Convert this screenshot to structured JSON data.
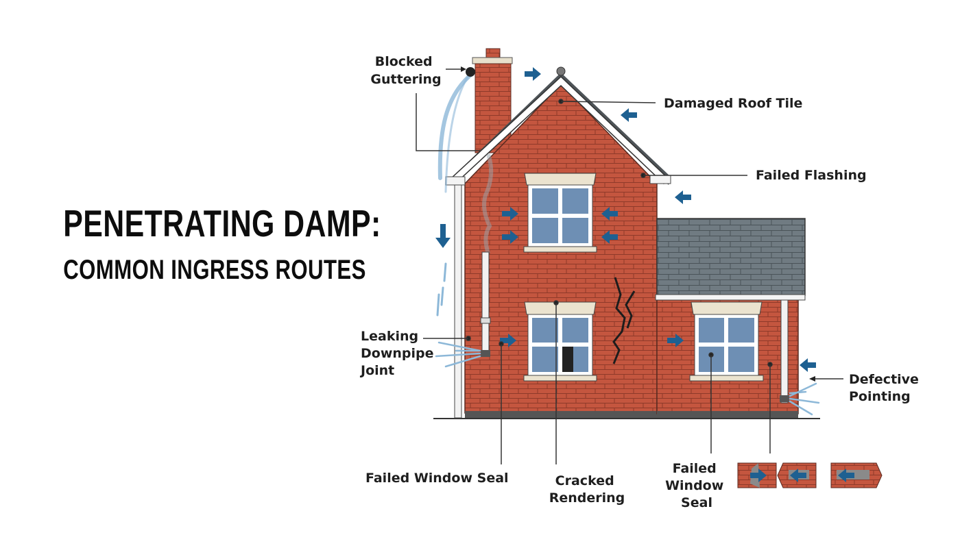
{
  "title": {
    "main": "PENETRATING DAMP:",
    "sub": "COMMON INGRESS ROUTES"
  },
  "labels": {
    "blocked_guttering": [
      "Blocked",
      "Guttering"
    ],
    "damaged_roof_tile": "Damaged Roof Tile",
    "failed_flashing": "Failed Flashing",
    "leaking_downpipe_joint": [
      "Leaking",
      "Downpipe",
      "Joint"
    ],
    "defective_pointing": [
      "Defective",
      "Pointing"
    ],
    "failed_window_seal_1": "Failed Window Seal",
    "cracked_rendering": [
      "Cracked",
      "Rendering"
    ],
    "failed_window_seal_2": [
      "Failed",
      "Window",
      "Seal"
    ]
  },
  "colors": {
    "brick": "#c4563f",
    "mortar": "#8e3a2a",
    "roof_slate": "#6f7a80",
    "arrow": "#1e6091",
    "water": "#8db8d8",
    "glass": "#6e8fb4",
    "text": "#0d0d0d"
  }
}
